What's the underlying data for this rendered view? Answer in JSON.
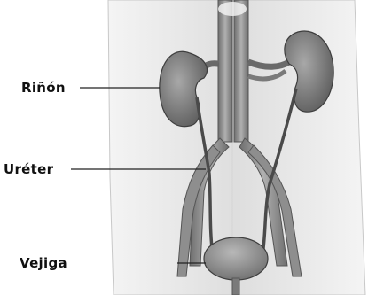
{
  "labels": {
    "kidney": "Riñón",
    "ureter": "Uréter",
    "bladder": "Vejiga"
  },
  "colors": {
    "organ": "#7a7a7a",
    "vessel": "#8c8c8c",
    "body": "#e6e6e6",
    "text": "#111111"
  }
}
